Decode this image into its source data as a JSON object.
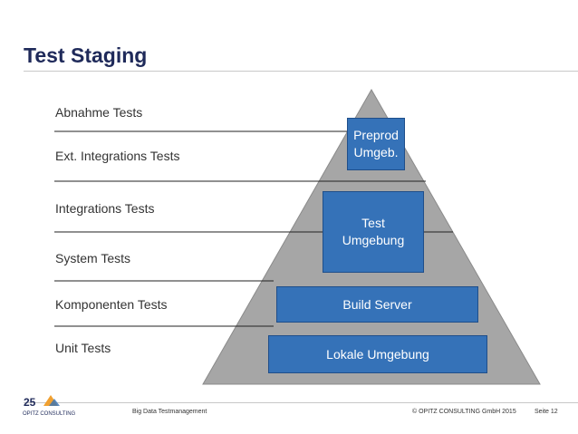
{
  "slide": {
    "title": "Test Staging"
  },
  "levels": [
    {
      "label": "Abnahme Tests"
    },
    {
      "label": "Ext. Integrations Tests"
    },
    {
      "label": "Integrations Tests"
    },
    {
      "label": "System Tests"
    },
    {
      "label": "Komponenten Tests"
    },
    {
      "label": "Unit Tests"
    }
  ],
  "pyramid": {
    "boxes": [
      {
        "line1": "Preprod",
        "line2": "Umgeb."
      },
      {
        "line1": "Test",
        "line2": "Umgebung"
      },
      {
        "line1": "Build Server"
      },
      {
        "line1": "Lokale Umgebung"
      }
    ]
  },
  "footer": {
    "logo_number": "25",
    "logo_text": "OPITZ CONSULTING",
    "left": "Big Data Testmanagement",
    "copyright": "© OPITZ CONSULTING GmbH 2015",
    "page": "Seite 12"
  },
  "colors": {
    "title": "#1f2a5a",
    "box_fill": "#3572b8",
    "pyramid_fill": "#a6a6a6"
  }
}
